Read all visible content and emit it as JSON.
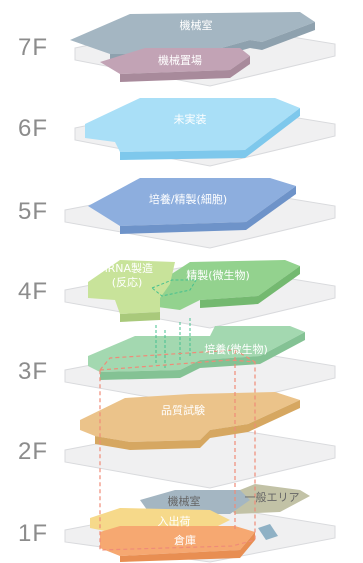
{
  "floors": [
    {
      "id": "7f",
      "label": "7F",
      "zones": [
        {
          "key": "machine",
          "label": "機械室"
        },
        {
          "key": "storage",
          "label": "機械置場"
        }
      ]
    },
    {
      "id": "6f",
      "label": "6F",
      "zones": [
        {
          "key": "unfinished",
          "label": "未実装"
        }
      ]
    },
    {
      "id": "5f",
      "label": "5F",
      "zones": [
        {
          "key": "culture",
          "label": "培養/精製(細胞)"
        }
      ]
    },
    {
      "id": "4f",
      "label": "4F",
      "zones": [
        {
          "key": "mrna",
          "label": "mRNA製造",
          "sub": "(反応)"
        },
        {
          "key": "purify",
          "label": "精製(微生物)"
        }
      ]
    },
    {
      "id": "3f",
      "label": "3F",
      "zones": [
        {
          "key": "culture",
          "label": "培養(微生物)"
        }
      ]
    },
    {
      "id": "2f",
      "label": "2F",
      "zones": [
        {
          "key": "qc",
          "label": "品質試験"
        }
      ]
    },
    {
      "id": "1f",
      "label": "1F",
      "zones": [
        {
          "key": "machine",
          "label": "機械室"
        },
        {
          "key": "general",
          "label": "一般エリア"
        },
        {
          "key": "shipping",
          "label": "入出荷"
        },
        {
          "key": "warehouse",
          "label": "倉庫"
        }
      ]
    }
  ],
  "colors": {
    "slab": "#f0f0f1",
    "slab_edge": "#d2d3d6",
    "machine": "#a4b6c2",
    "storage": "#c2a3b5",
    "unfinished": "#a9dff7",
    "culture5": "#8daede",
    "mrna": "#c8e39a",
    "purify": "#93d28e",
    "culture3": "#a3d8b0",
    "qc": "#ebc38a",
    "general": "#c2c2a6",
    "shipping": "#f6d98a",
    "warehouse": "#f6a871",
    "dash_green": "#45c08f",
    "dash_red": "#ef8b78",
    "text_light": "#ffffff",
    "text_dark": "#666666"
  }
}
